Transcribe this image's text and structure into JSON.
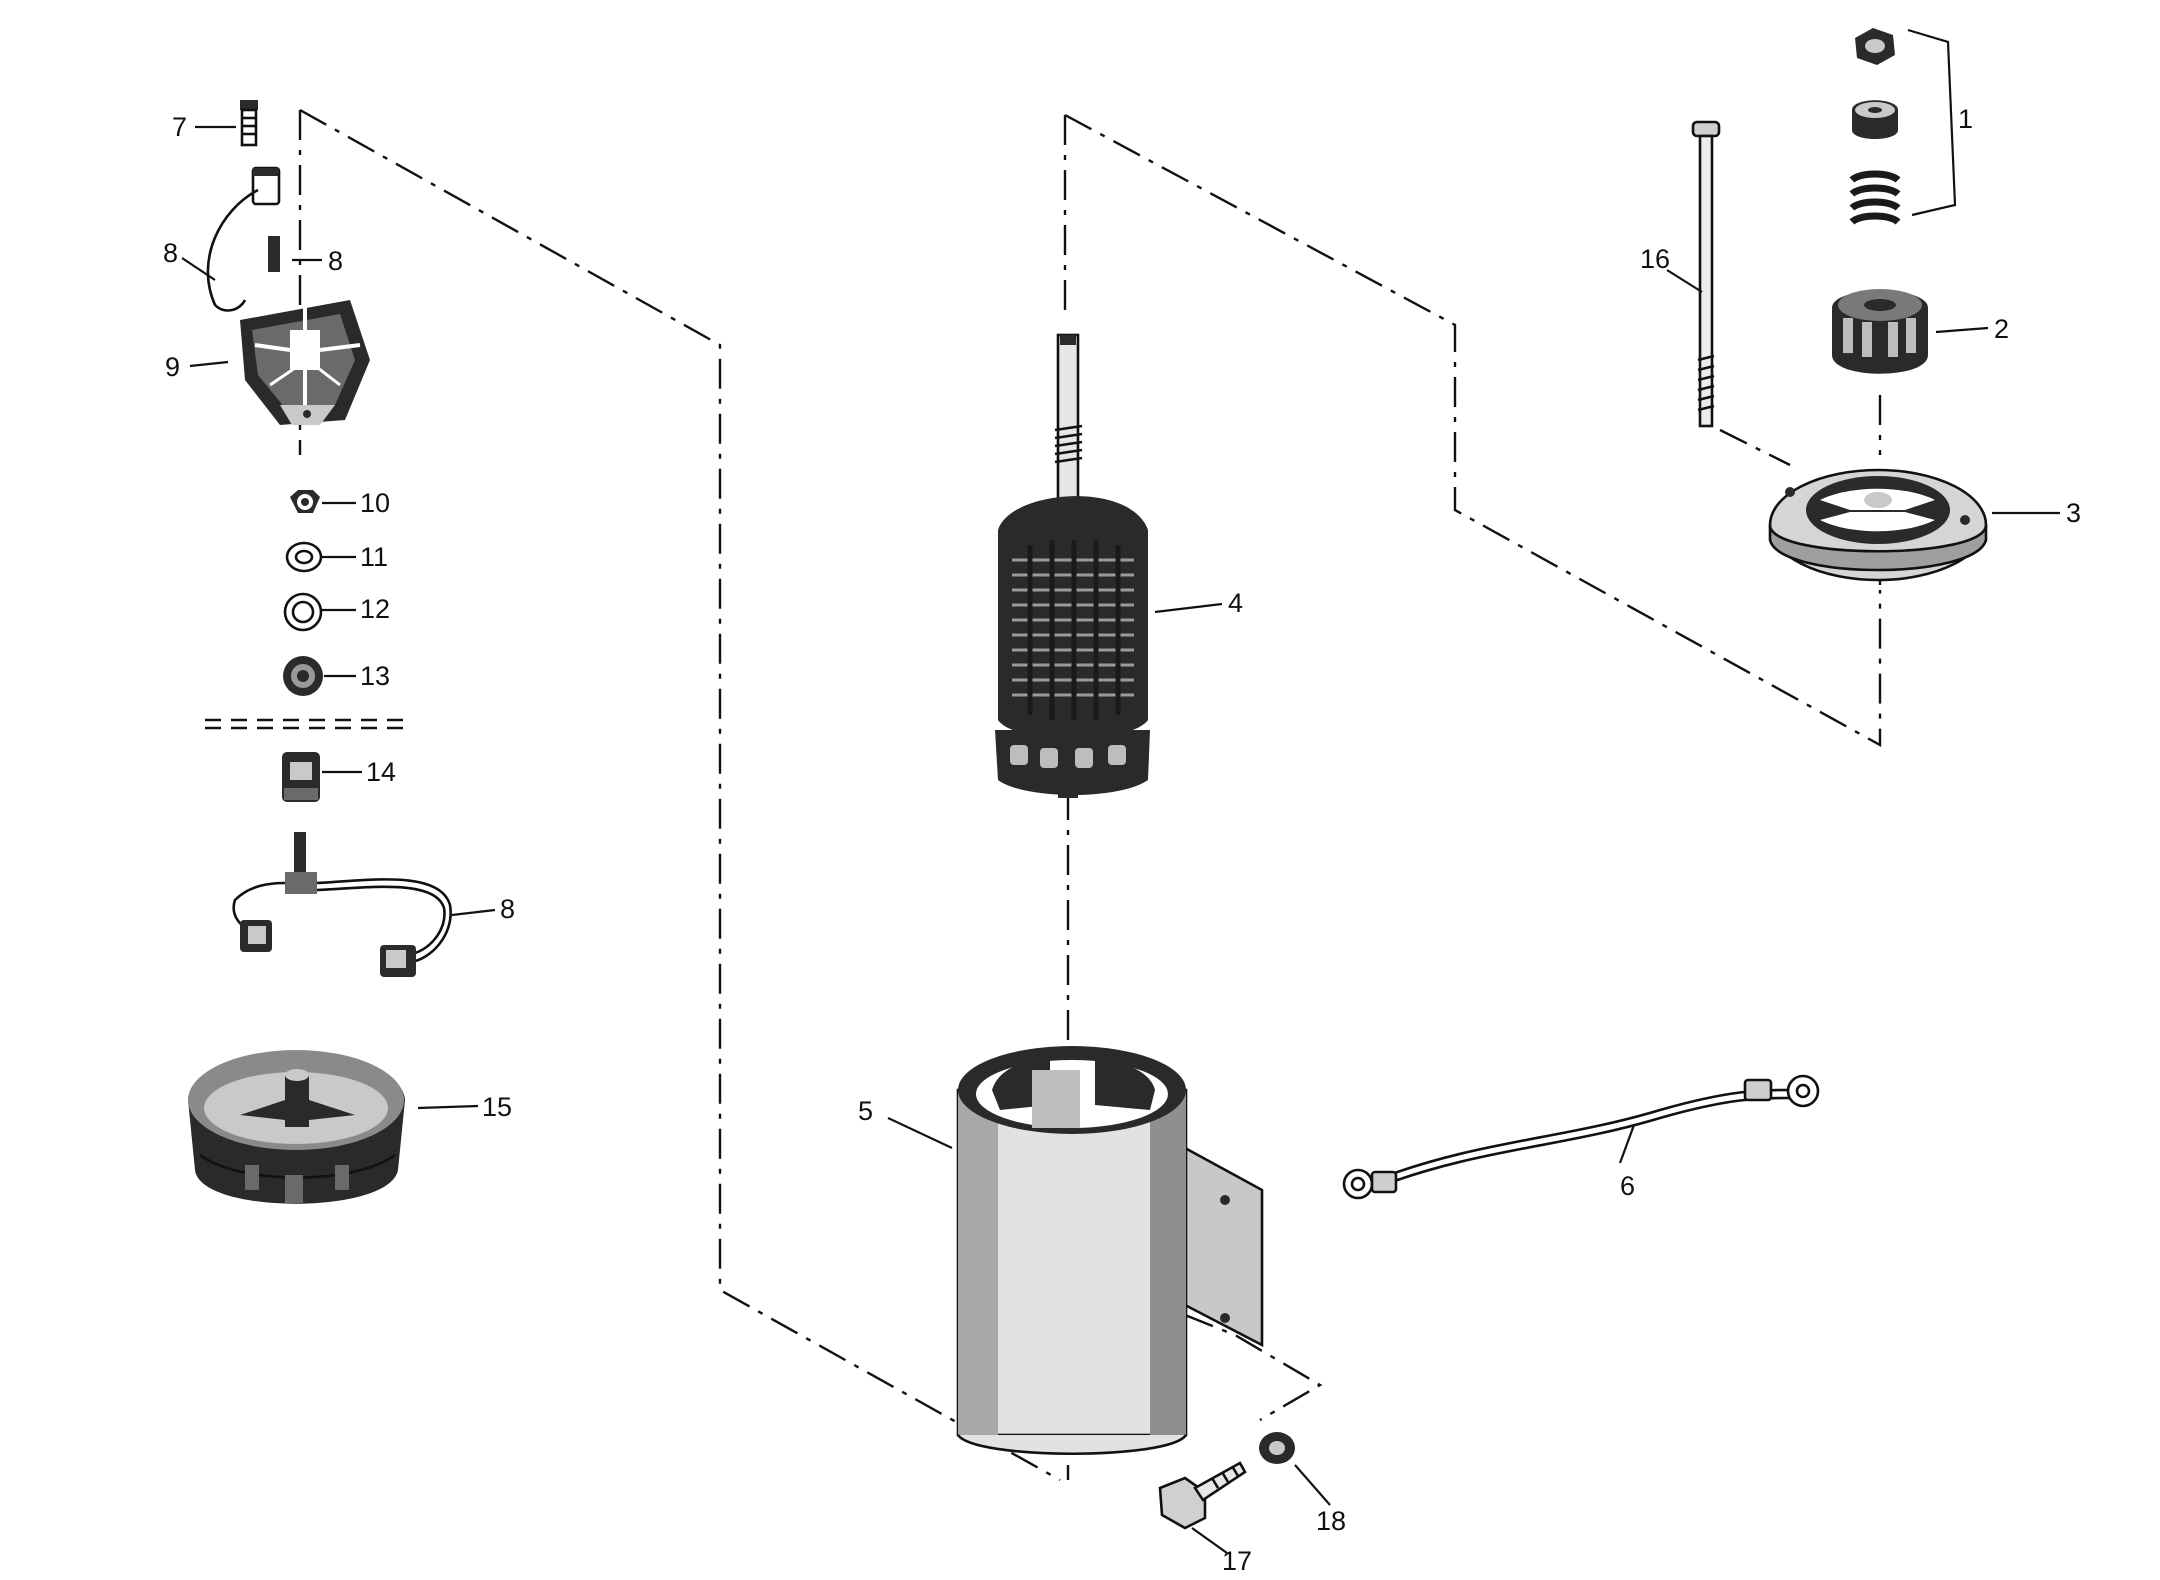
{
  "diagram": {
    "type": "exploded-parts-view",
    "callouts": [
      {
        "id": "1",
        "label": "1"
      },
      {
        "id": "2",
        "label": "2"
      },
      {
        "id": "3",
        "label": "3"
      },
      {
        "id": "4",
        "label": "4"
      },
      {
        "id": "5",
        "label": "5"
      },
      {
        "id": "6",
        "label": "6"
      },
      {
        "id": "7",
        "label": "7"
      },
      {
        "id": "8a",
        "label": "8"
      },
      {
        "id": "8b",
        "label": "8"
      },
      {
        "id": "8c",
        "label": "8"
      },
      {
        "id": "9",
        "label": "9"
      },
      {
        "id": "10",
        "label": "10"
      },
      {
        "id": "11",
        "label": "11"
      },
      {
        "id": "12",
        "label": "12"
      },
      {
        "id": "13",
        "label": "13"
      },
      {
        "id": "14",
        "label": "14"
      },
      {
        "id": "15",
        "label": "15"
      },
      {
        "id": "16",
        "label": "16"
      },
      {
        "id": "17",
        "label": "17"
      },
      {
        "id": "18",
        "label": "18"
      }
    ],
    "colors": {
      "ink": "#111111",
      "background": "#ffffff"
    }
  }
}
